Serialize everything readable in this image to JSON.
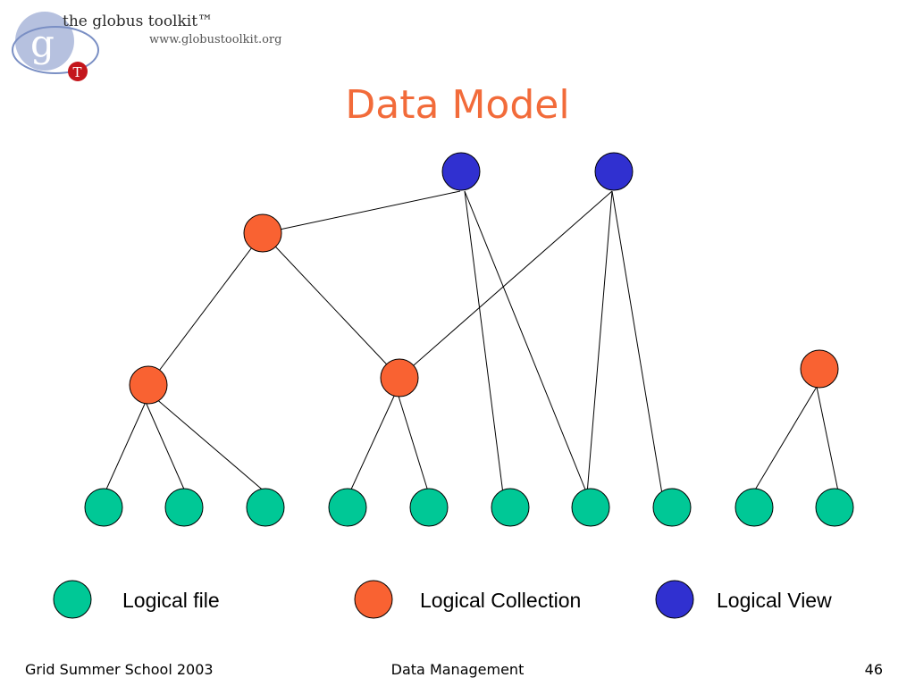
{
  "logo": {
    "title": "the globus toolkit™",
    "url": "www.globustoolkit.org",
    "letter": "g",
    "badge": "T"
  },
  "title": "Data Model",
  "colors": {
    "logical_file": "#00c896",
    "logical_collection": "#f96232",
    "logical_view": "#3030d0",
    "title": "#f26b3a"
  },
  "nodes": {
    "view": [
      "view-1",
      "view-2"
    ],
    "collection": [
      "collection-top",
      "collection-left",
      "collection-middle",
      "collection-right"
    ],
    "file": [
      "file-1",
      "file-2",
      "file-3",
      "file-4",
      "file-5",
      "file-6",
      "file-7",
      "file-8",
      "file-9",
      "file-10"
    ]
  },
  "edges": [
    [
      "view-1",
      "collection-top"
    ],
    [
      "view-1",
      "file-6"
    ],
    [
      "view-1",
      "file-7"
    ],
    [
      "view-2",
      "collection-middle"
    ],
    [
      "view-2",
      "file-7"
    ],
    [
      "view-2",
      "file-8"
    ],
    [
      "collection-top",
      "collection-left"
    ],
    [
      "collection-top",
      "collection-middle"
    ],
    [
      "collection-left",
      "file-1"
    ],
    [
      "collection-left",
      "file-2"
    ],
    [
      "collection-left",
      "file-3"
    ],
    [
      "collection-middle",
      "file-4"
    ],
    [
      "collection-middle",
      "file-5"
    ],
    [
      "collection-right",
      "file-9"
    ],
    [
      "collection-right",
      "file-10"
    ]
  ],
  "legend": {
    "logical_file": "Logical file",
    "logical_collection": "Logical Collection",
    "logical_view": "Logical View"
  },
  "footer": {
    "left": "Grid Summer School 2003",
    "center": "Data Management",
    "page_number": "46"
  }
}
